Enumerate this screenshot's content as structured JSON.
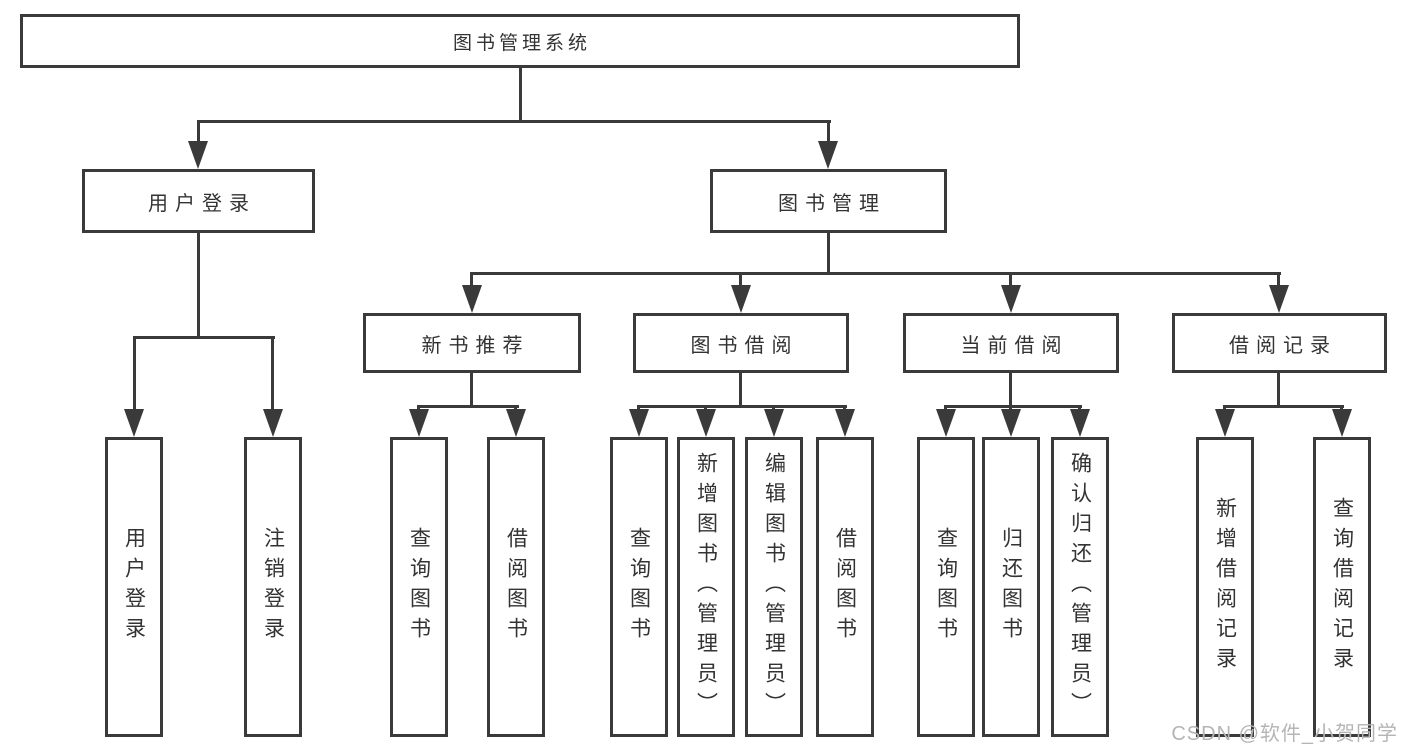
{
  "nodes": {
    "root": "图书管理系统",
    "user_login": "用户登录",
    "book_management": "图书管理",
    "new_book_recommend": "新书推荐",
    "book_borrow": "图书借阅",
    "current_borrow": "当前借阅",
    "borrow_record": "借阅记录"
  },
  "leaves": {
    "user_login": [
      "用户登录",
      "注销登录"
    ],
    "new_book_recommend": [
      "查询图书",
      "借阅图书"
    ],
    "book_borrow": [
      "查询图书",
      "新增图书（管理员）",
      "编辑图书（管理员）",
      "借阅图书"
    ],
    "current_borrow": [
      "查询图书",
      "归还图书",
      "确认归还（管理员）"
    ],
    "borrow_record": [
      "新增借阅记录",
      "查询借阅记录"
    ]
  },
  "watermark": "CSDN @软件_小贺同学",
  "colors": {
    "line": "#3a3a3a",
    "text": "#333333",
    "watermark": "#b5b5b5",
    "background": "#ffffff"
  }
}
